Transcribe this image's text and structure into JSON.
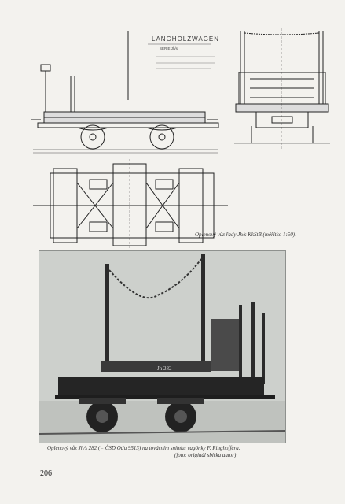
{
  "drawing": {
    "title": "LANGHOLZWAGEN",
    "series": "SERIE Jh/s"
  },
  "captions": {
    "drawing": "Oplenový vůz řady Jh/s KkStB (měřítko 1:50).",
    "photo": "Oplenový vůz Jh/s 282 (= ČSD Ot/u 9513) na továrním snímku vagónky F. Ringhoffera.",
    "credit": "(foto: originál sbírka autor)"
  },
  "photo": {
    "plate": "Jh 282"
  },
  "page_number": "206"
}
